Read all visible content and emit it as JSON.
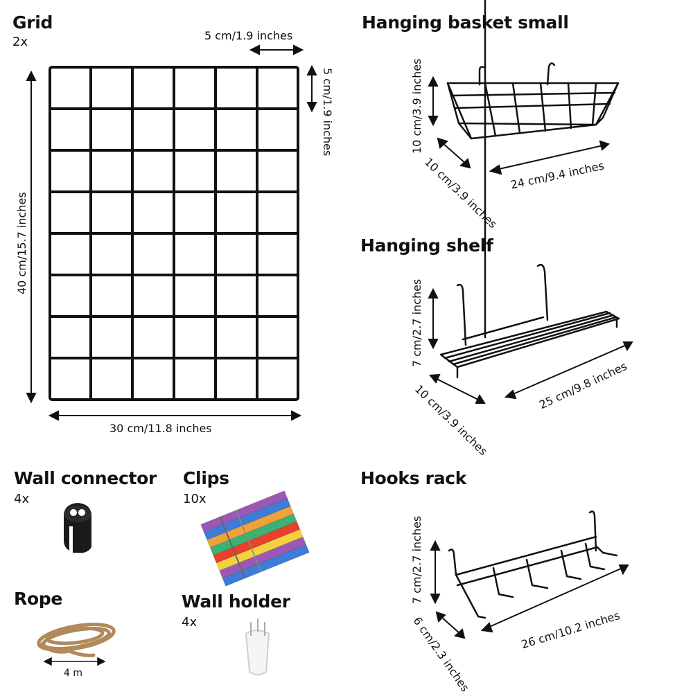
{
  "grid": {
    "title": "Grid",
    "qty": "2x",
    "cell_label": "5 cm/1.9 inches",
    "cell_label_v": "5 cm/1.9 inches",
    "height_label": "40 cm/15.7 inches",
    "width_label": "30 cm/11.8 inches"
  },
  "basket": {
    "title": "Hanging basket small",
    "height_label": "10 cm/3.9 inches",
    "depth_label": "10 cm/3.9 inches",
    "length_label": "24 cm/9.4 inches"
  },
  "shelf": {
    "title": "Hanging shelf",
    "height_label": "7 cm/2.7 inches",
    "depth_label": "10 cm/3.9 inches",
    "length_label": "25 cm/9.8 inches"
  },
  "connector": {
    "title": "Wall connector",
    "qty": "4x"
  },
  "clips": {
    "title": "Clips",
    "qty": "10x"
  },
  "rope": {
    "title": "Rope",
    "length_label": "4 m"
  },
  "holder": {
    "title": "Wall holder",
    "qty": "4x"
  },
  "hooks": {
    "title": "Hooks rack",
    "height_label": "7 cm/2.7 inches",
    "depth_label": "6 cm/2.3 inches",
    "length_label": "26 cm/10.2 inches"
  },
  "colors": {
    "wire": "#111111",
    "clip_colors": [
      "#e8402a",
      "#f0a23a",
      "#3bb273",
      "#3d7dd8",
      "#9b59b6",
      "#f4d03f"
    ],
    "rope": "#b08a5a",
    "connector": "#1a1a1a",
    "holder": "#f5f5f5"
  }
}
